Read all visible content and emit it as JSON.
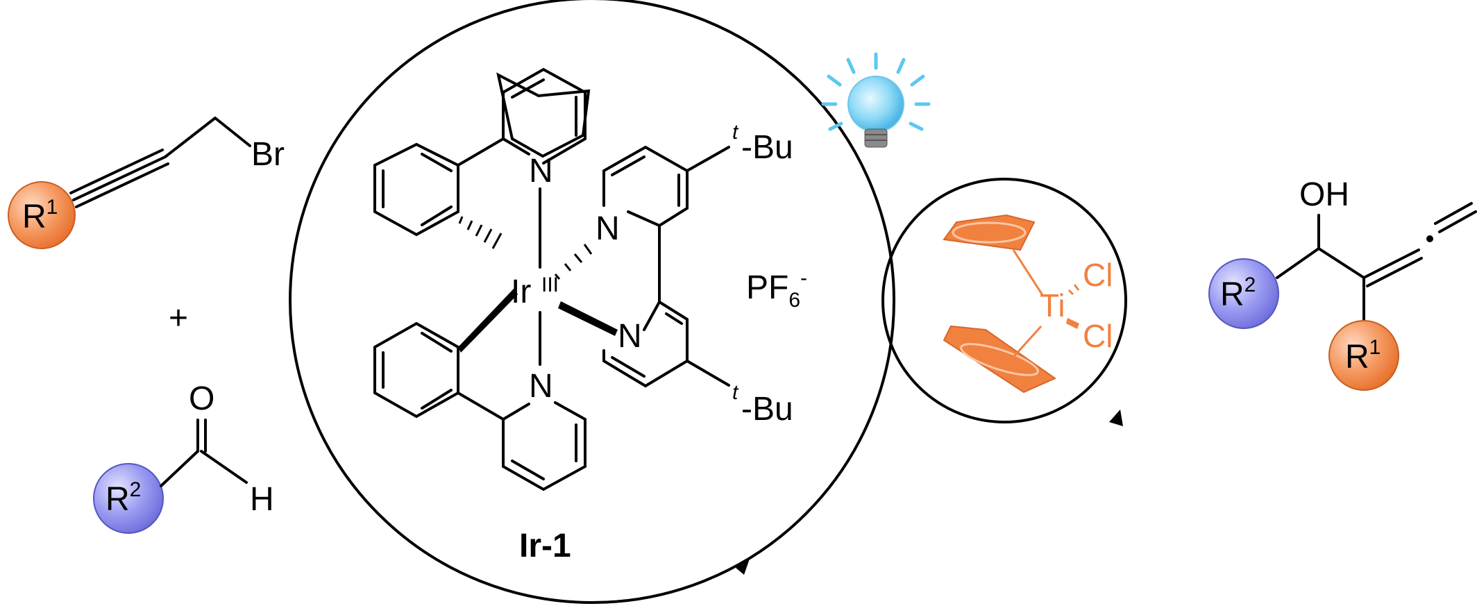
{
  "reactants": {
    "propargyl_bromide": {
      "r_group": "R",
      "r_index": "1",
      "halogen": "Br"
    },
    "plus": "+",
    "aldehyde": {
      "r_group": "R",
      "r_index": "2",
      "oxygen": "O",
      "hydrogen": "H"
    }
  },
  "iridium_catalyst": {
    "metal": "Ir",
    "oxidation_state": "III",
    "nitrogen": "N",
    "tbu_prefix": "t",
    "tbu_suffix": "-Bu",
    "counterion_main": "PF",
    "counterion_sub": "6",
    "counterion_charge": "-",
    "name": "Ir-1"
  },
  "titanium_catalyst": {
    "metal": "Ti",
    "chloride": "Cl"
  },
  "product": {
    "hydroxyl": "OH",
    "r2_group": "R",
    "r2_index": "2",
    "r1_group": "R",
    "r1_index": "1"
  },
  "colors": {
    "r1_orange": "#F0813F",
    "r2_blue": "#7B7BE8",
    "titanocene": "#F0813F",
    "bulb_blue": "#5BC8F0"
  },
  "icons": [
    "light-bulb-icon"
  ]
}
